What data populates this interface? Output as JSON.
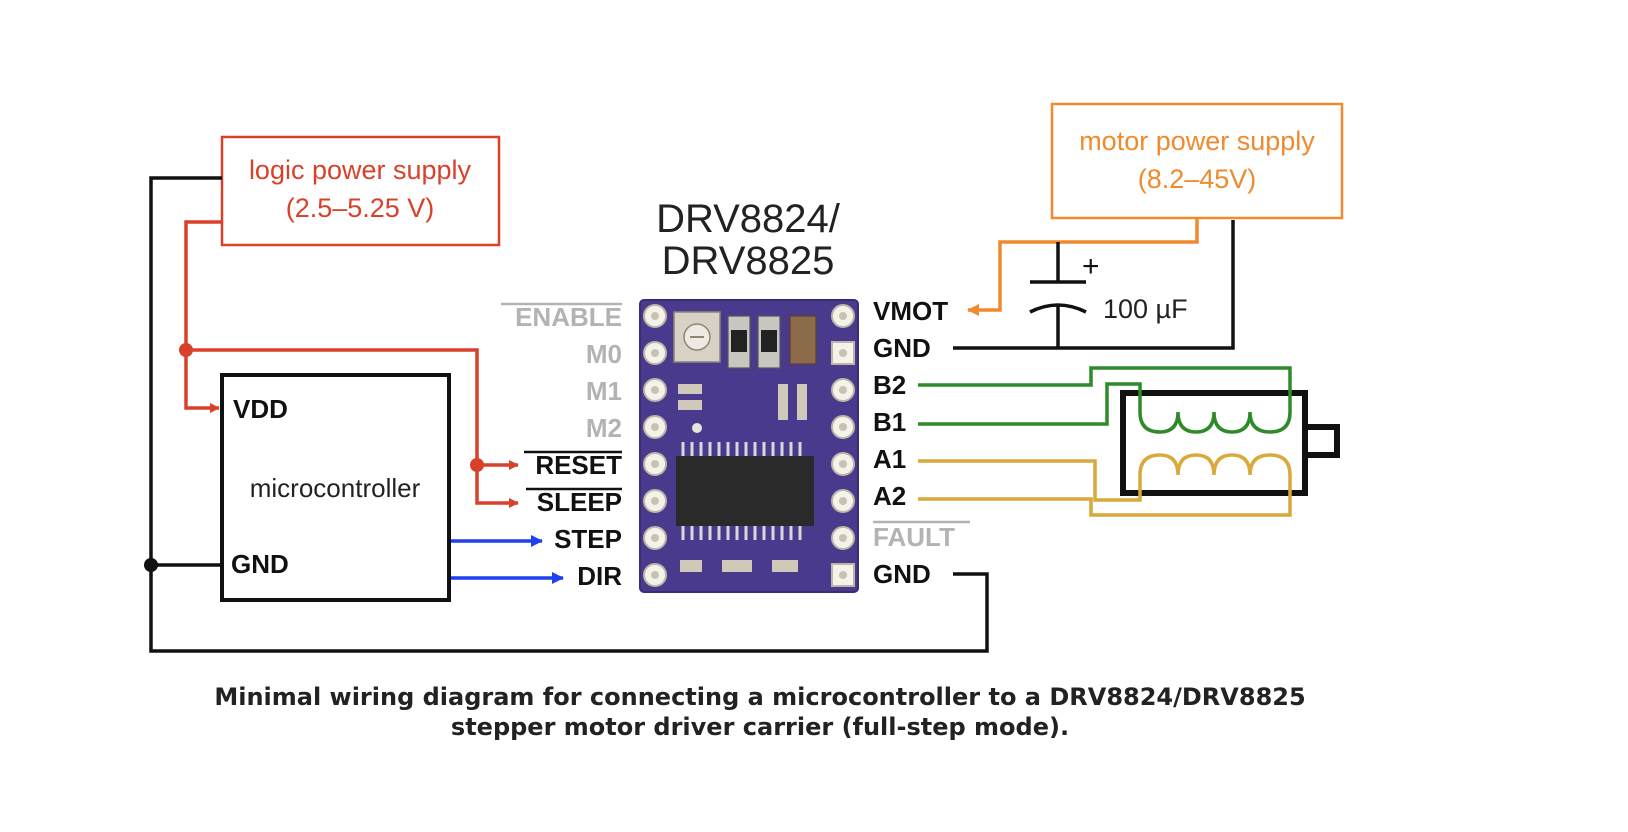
{
  "logic_supply": {
    "label": "logic power supply",
    "range": "(2.5–5.25 V)"
  },
  "motor_supply": {
    "label": "motor power supply",
    "range": "(8.2–45V)"
  },
  "chip": {
    "line1": "DRV8824/",
    "line2": "DRV8825"
  },
  "microcontroller": {
    "label": "microcontroller",
    "vdd": "VDD",
    "gnd": "GND"
  },
  "left_pins": [
    "ENABLE",
    "M0",
    "M1",
    "M2",
    "RESET",
    "SLEEP",
    "STEP",
    "DIR"
  ],
  "right_pins": [
    "VMOT",
    "GND",
    "B2",
    "B1",
    "A1",
    "A2",
    "FAULT",
    "GND"
  ],
  "capacitor": {
    "value": "100 µF",
    "polarity": "+"
  },
  "caption": {
    "line1": "Minimal wiring diagram for connecting a microcontroller to a DRV8824/DRV8825",
    "line2": "stepper motor driver carrier (full-step mode)."
  },
  "colors": {
    "logic": "#d9412b",
    "motor": "#f08a2e",
    "signal": "#1f3ff0",
    "coil_b": "#2f8a2a",
    "coil_a": "#d9a93c",
    "board": "#4a3a8e",
    "ground": "#111111"
  }
}
